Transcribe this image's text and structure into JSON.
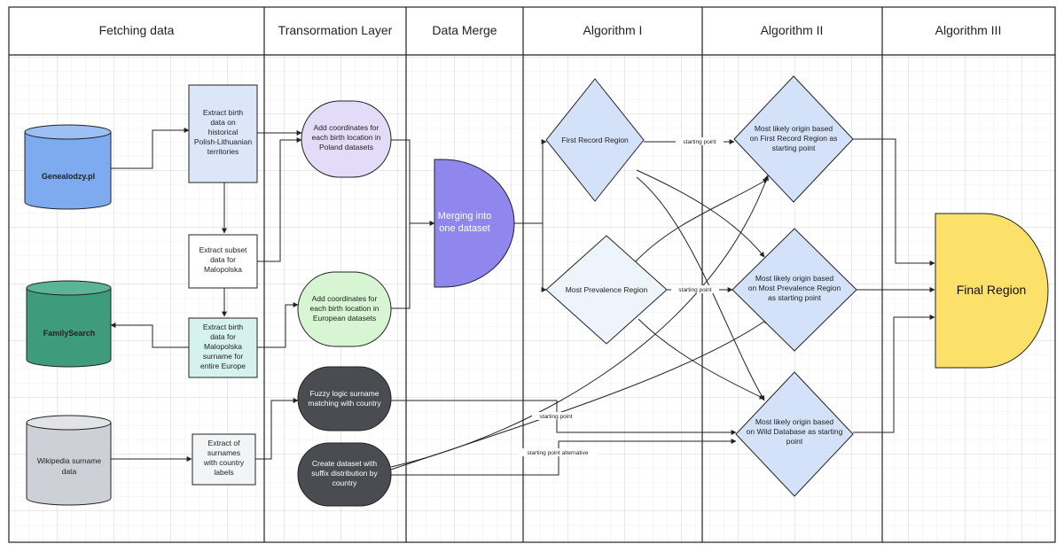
{
  "lanes": [
    {
      "title": "Fetching data"
    },
    {
      "title": "Transormation Layer"
    },
    {
      "title": "Data Merge"
    },
    {
      "title": "Algorithm I"
    },
    {
      "title": "Algorithm II"
    },
    {
      "title": "Algorithm III"
    }
  ],
  "nodes": {
    "genealodzy": {
      "lines": [
        "Genealodzy.pl"
      ],
      "shape": "database",
      "color": "#7eaaf0"
    },
    "familysearch": {
      "lines": [
        "FamilySearch"
      ],
      "shape": "database",
      "color": "#3e9b7c"
    },
    "wikipedia": {
      "lines": [
        "Wikipedia surname",
        "data"
      ],
      "shape": "database",
      "color": "#cdd0d6"
    },
    "extract_birth": {
      "lines": [
        "Extract birth",
        "data on",
        "historical",
        "Polish-Lithuanian",
        "territories"
      ],
      "shape": "process",
      "color": "#dbe7f8"
    },
    "extract_subset": {
      "lines": [
        "Extract subset",
        "data for",
        "Malopolska"
      ],
      "shape": "process",
      "color": "#ffffff"
    },
    "extract_birth_malopolska": {
      "lines": [
        "Extract birth",
        "data for",
        "Malopolska",
        "surname for",
        "entire Europe"
      ],
      "shape": "process",
      "color": "#d6f2ee"
    },
    "extract_surnames": {
      "lines": [
        "Extract of",
        "surnames",
        "with country",
        "labels"
      ],
      "shape": "process",
      "color": "#f3f4f6"
    },
    "coords_poland": {
      "lines": [
        "Add coordinates for",
        "each birth location in",
        "Poland datasets"
      ],
      "shape": "terminal",
      "color": "#e3dcf8"
    },
    "coords_europe": {
      "lines": [
        "Add coordinates for",
        "each birth location in",
        "European datasets"
      ],
      "shape": "terminal",
      "color": "#d7f5d2"
    },
    "fuzzy": {
      "lines": [
        "Fuzzy logic surname",
        "matching with country"
      ],
      "shape": "terminal",
      "color": "#4b4c52"
    },
    "suffix": {
      "lines": [
        "Create dataset with",
        "suffix distribution by",
        "country"
      ],
      "shape": "terminal",
      "color": "#4b4c52"
    },
    "merge": {
      "lines": [
        "Merging into",
        "one dataset"
      ],
      "shape": "delay",
      "color": "#8f86ee"
    },
    "first_record": {
      "lines": [
        "First Record Region"
      ],
      "shape": "diamond",
      "color": "#d3e2f8"
    },
    "most_prevalence": {
      "lines": [
        "Most Prevalence  Region"
      ],
      "shape": "diamond",
      "color": "#eef4fc"
    },
    "alg2_first": {
      "lines": [
        "Most likely origin based",
        "on First Record Region as",
        "starting point"
      ],
      "shape": "diamond",
      "color": "#d3e2f8"
    },
    "alg2_prev": {
      "lines": [
        "Most likely origin based",
        "on Most Prevalence Region",
        "as starting point"
      ],
      "shape": "diamond",
      "color": "#d3e2f8"
    },
    "alg2_wild": {
      "lines": [
        "Most likely origin based",
        "on Wild Database as starting",
        "point"
      ],
      "shape": "diamond",
      "color": "#d3e2f8"
    },
    "final": {
      "lines": [
        "Final Region"
      ],
      "shape": "delay",
      "color": "#fbe06a"
    }
  },
  "edge_labels": {
    "starting_point_1": "starting point",
    "starting_point_2": "starting point",
    "starting_point_3": "starting point",
    "starting_point_alt": "starting point alternative"
  },
  "colors": {
    "grid": "#d4d4d4",
    "lane_border": "#222222",
    "edge": "#222222"
  }
}
